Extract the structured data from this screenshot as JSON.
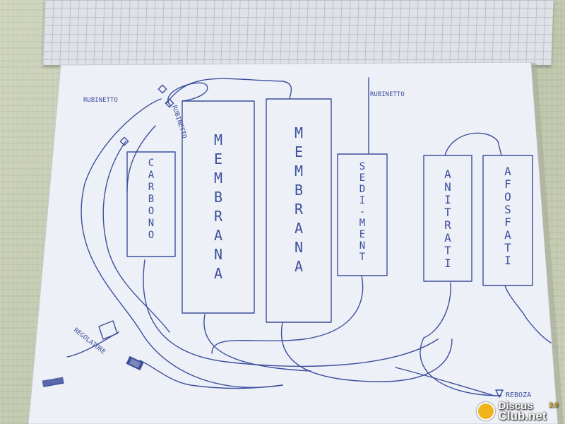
{
  "labels": {
    "rubinetto_left": "RUBINETTO",
    "rubinetto_vertical": "RUBINETTO",
    "rubinetto_top": "RUBINETTO",
    "regolatore": "REGOLATORE",
    "reboza": "REBOZA"
  },
  "boxes": [
    {
      "id": "carbono",
      "text": "CARBONO"
    },
    {
      "id": "membrana1",
      "text": "MEMBRANA"
    },
    {
      "id": "membrana2",
      "text": "MEMBRANA"
    },
    {
      "id": "sediment",
      "text": "SEDI-MENT"
    },
    {
      "id": "anitrati",
      "text": "ANITRATI"
    },
    {
      "id": "afosfati",
      "text": "AFOSFATI"
    }
  ],
  "watermark": {
    "line1": "Discus",
    "line2": "Club.net",
    "sup": "2.0"
  },
  "colors": {
    "ink": "#3c4f9c",
    "paper": "#eef0f7",
    "brand": "#f0b41a"
  }
}
